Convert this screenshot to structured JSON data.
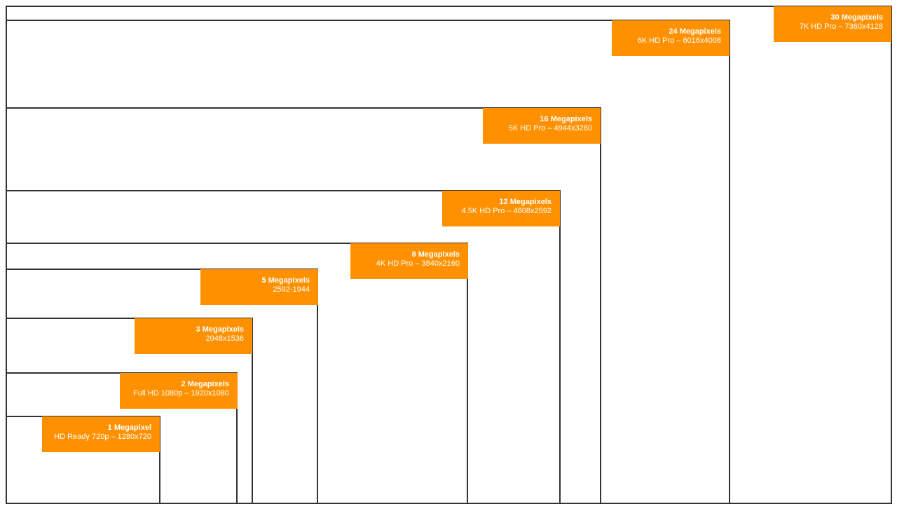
{
  "label_color": "#FF9100",
  "border_color": "#333333",
  "resolutions": [
    {
      "megapixels": "30 Megapixels",
      "spec": "7K HD Pro – 7360x4128"
    },
    {
      "megapixels": "24 Megapixels",
      "spec": "6K HD Pro – 6016x4008"
    },
    {
      "megapixels": "16 Megapixels",
      "spec": "5K HD Pro – 4944x3280"
    },
    {
      "megapixels": "12 Megapixels",
      "spec": "4.5K HD Pro – 4608x2592"
    },
    {
      "megapixels": "8 Megapixels",
      "spec": "4K HD Pro – 3840x2160"
    },
    {
      "megapixels": "5 Megapixels",
      "spec": "2592-1944"
    },
    {
      "megapixels": "3 Megapixels",
      "spec": "2048x1536"
    },
    {
      "megapixels": "2 Megapixels",
      "spec": "Full HD 1080p – 1920x1080"
    },
    {
      "megapixels": "1 Megapixel",
      "spec": "HD Ready 720p – 1280x720"
    }
  ]
}
